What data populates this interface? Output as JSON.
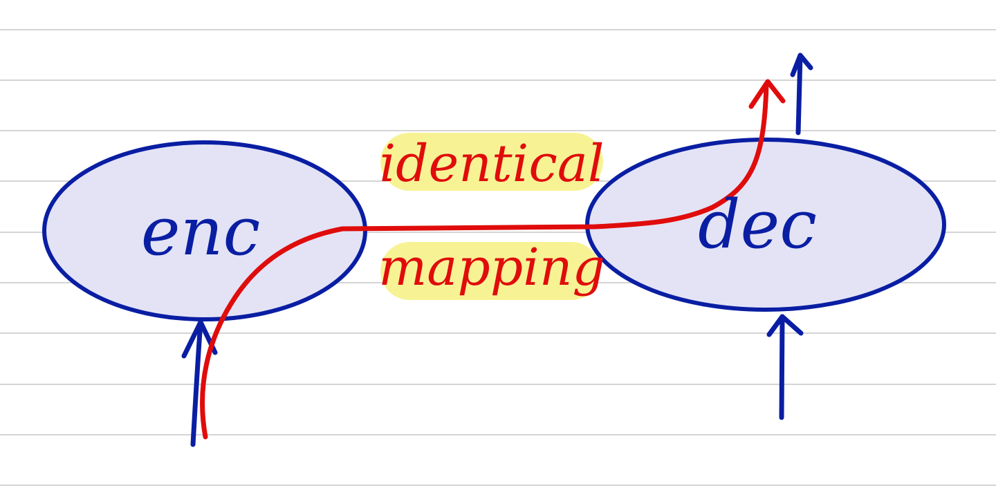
{
  "diagram": {
    "encoder_label": "enc",
    "decoder_label": "dec",
    "annotation_top": "identical",
    "annotation_bottom": "mapping"
  },
  "colors": {
    "paper": "#ffffff",
    "ruled_line": "#d4d4d4",
    "node_fill": "#e3e3f5",
    "ink_blue": "#0a1ea3",
    "ink_red": "#e00c0c",
    "highlighter": "#f7f394"
  }
}
